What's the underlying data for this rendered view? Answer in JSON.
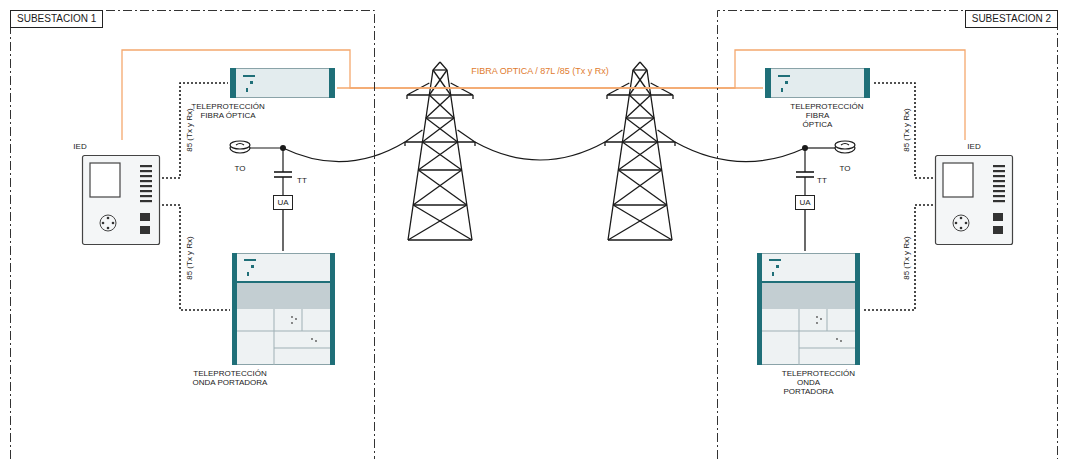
{
  "diagram": {
    "nodes": [
      {
        "text": [
          "SUBESTACION 1"
        ]
      },
      {
        "text": [
          "IED"
        ],
        "in": 0
      },
      {
        "text": [
          "TELEPROTECCIÓN FIBRA ÓPTICA"
        ],
        "in": 0
      },
      {
        "text": [
          "UA"
        ],
        "in": 0
      },
      {
        "text": [
          "TELEPROTECCIÓN ONDA PORTADORA"
        ],
        "in": 0
      },
      {
        "text": [
          "SUBESTACION 2"
        ]
      },
      {
        "text": [
          "TELEPROTECCIÓN FIBRA ÓPTICA"
        ],
        "in": 5
      },
      {
        "text": [
          "IED"
        ],
        "in": 5
      },
      {
        "text": [
          "UA"
        ],
        "in": 5
      },
      {
        "text": [
          "TELEPROTECCIÓN ONDA PORTADORA"
        ],
        "in": 5
      }
    ],
    "edges": [
      {
        "from": 1,
        "to": 2,
        "label": "85 (Tx y Rx)",
        "arrow": "none"
      },
      {
        "from": 1,
        "to": 4,
        "label": "85 (Tx y Rx)",
        "arrow": "none"
      },
      {
        "from": 2,
        "to": 6,
        "label": "FIBRA OPTICA / 87L /85 (Tx y Rx)",
        "arrow": "none"
      },
      {
        "from": 1,
        "to": 7,
        "arrow": "none"
      },
      {
        "from": 3,
        "to": 4,
        "arrow": "none"
      },
      {
        "from": 7,
        "to": 6,
        "label": "85 (Tx y Rx)",
        "arrow": "none"
      },
      {
        "from": 7,
        "to": 9,
        "label": "85 (Tx y Rx)",
        "arrow": "none"
      },
      {
        "from": 8,
        "to": 9,
        "arrow": "none"
      }
    ],
    "labels": [
      "TO",
      "TT",
      "TO",
      "TT"
    ]
  }
}
